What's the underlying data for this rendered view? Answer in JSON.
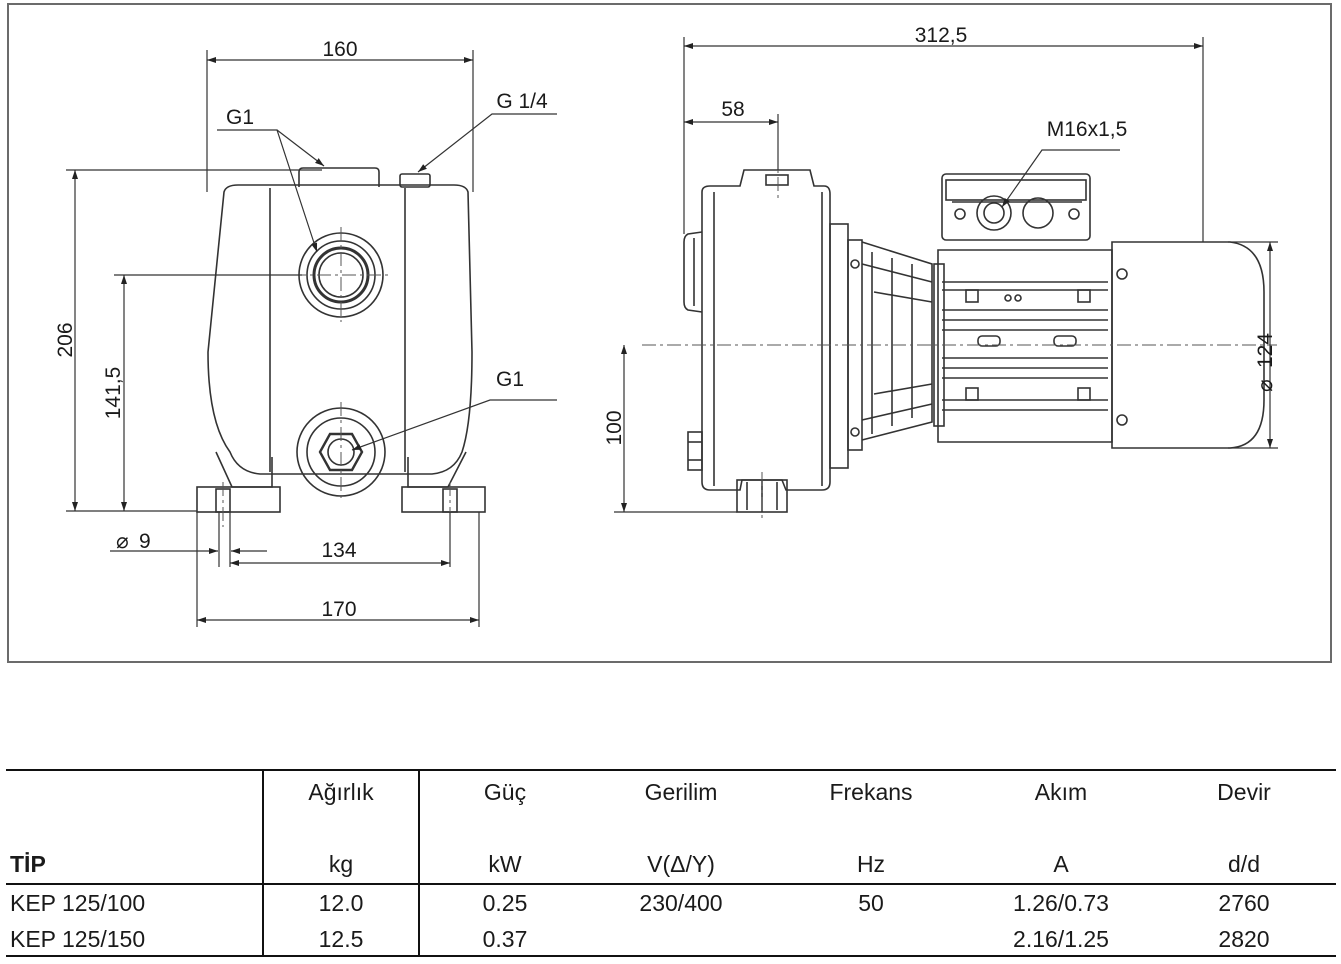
{
  "dimensions": {
    "front_width_top": "160",
    "front_height": "206",
    "front_inlet_height": "141,5",
    "front_hole_dia": "9",
    "front_hole_spacing": "134",
    "front_base_width": "170",
    "front_port_top": "G1",
    "front_port_side": "G 1/4",
    "front_port_bottom": "G1",
    "side_total_length": "312,5",
    "side_inlet_offset": "58",
    "side_cable_gland": "M16x1,5",
    "side_motor_dia": "124",
    "side_axis_height": "100",
    "dia_symbol": "⌀"
  },
  "table": {
    "type_header": "TİP",
    "columns": [
      {
        "name": "Ağırlık",
        "unit": "kg"
      },
      {
        "name": "Güç",
        "unit": "kW"
      },
      {
        "name": "Gerilim",
        "unit": "V(Δ/Y)"
      },
      {
        "name": "Frekans",
        "unit": "Hz"
      },
      {
        "name": "Akım",
        "unit": "A"
      },
      {
        "name": "Devir",
        "unit": "d/d"
      }
    ],
    "rows": [
      {
        "type": "KEP 125/100",
        "values": [
          "12.0",
          "0.25",
          "230/400",
          "50",
          "1.26/0.73",
          "2760"
        ]
      },
      {
        "type": "KEP 125/150",
        "values": [
          "12.5",
          "0.37",
          "",
          "",
          "2.16/1.25",
          "2820"
        ]
      }
    ]
  }
}
